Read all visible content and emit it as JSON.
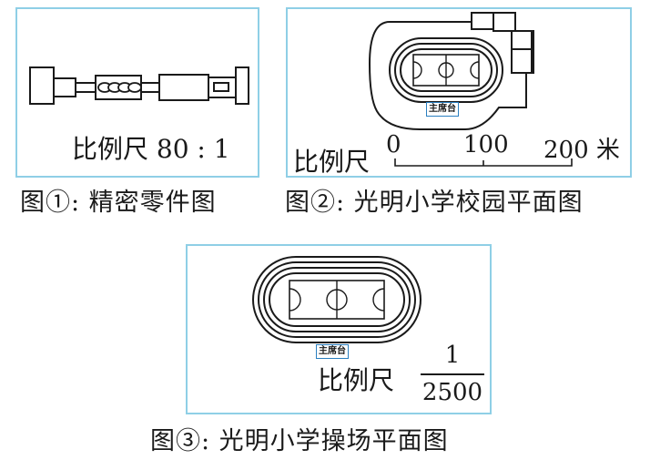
{
  "figure1": {
    "scale_text": "比例尺 80 : 1",
    "caption": "图①: 精密零件图"
  },
  "figure2": {
    "scale_label": "比例尺",
    "ticks": [
      "0",
      "100",
      "200 米"
    ],
    "stand_label": "主席台",
    "caption": "图②: 光明小学校园平面图"
  },
  "figure3": {
    "scale_label": "比例尺",
    "scale_numerator": "1",
    "scale_denominator": "2500",
    "stand_label": "主席台",
    "caption": "图③: 光明小学操场平面图"
  },
  "colors": {
    "frame": "#8fcfe6",
    "ink": "#1a1a1a",
    "label_border": "#2a7fc0"
  }
}
